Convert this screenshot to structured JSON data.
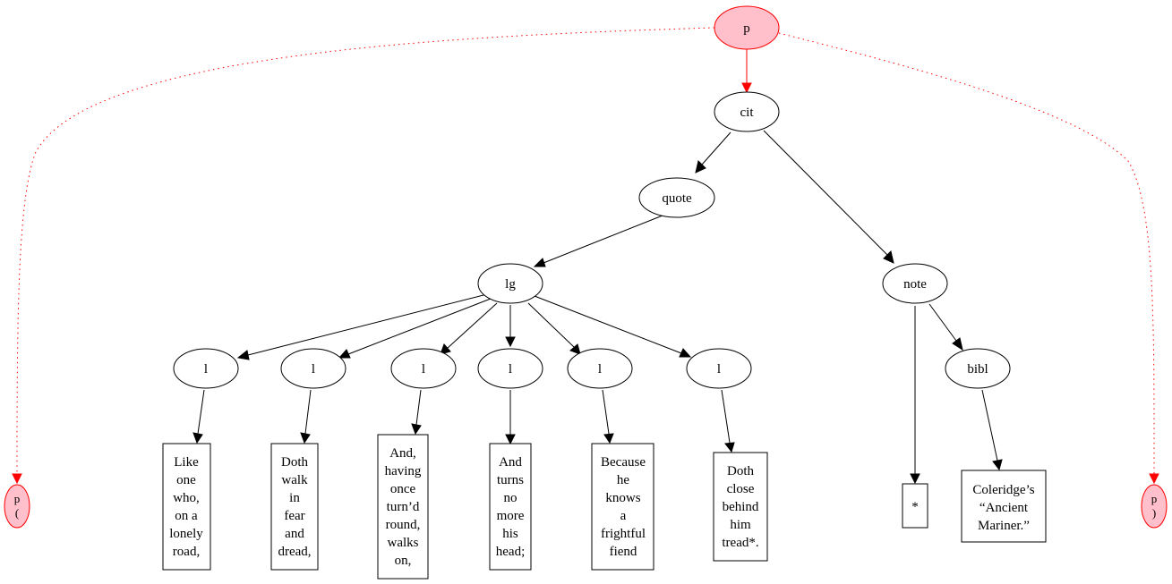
{
  "colors": {
    "highlight_fill": "#ffc0cb",
    "highlight_stroke": "#ff0000",
    "default_stroke": "#000000"
  },
  "nodes": {
    "p_root": "p",
    "cit": "cit",
    "quote": "quote",
    "lg": "lg",
    "l1": "l",
    "l2": "l",
    "l3": "l",
    "l4": "l",
    "l5": "l",
    "l6": "l",
    "note": "note",
    "bibl": "bibl",
    "p_left": [
      "p",
      "("
    ],
    "p_right": [
      "p",
      ")"
    ]
  },
  "leaves": {
    "t1": [
      "Like",
      "one",
      "who,",
      "on a",
      "lonely",
      "road,"
    ],
    "t2": [
      "Doth",
      "walk",
      "in",
      "fear",
      "and",
      "dread,"
    ],
    "t3": [
      "And,",
      "having",
      "once",
      "turn’d",
      "round,",
      "walks",
      "on,"
    ],
    "t4": [
      "And",
      "turns",
      "no",
      "more",
      "his",
      "head;"
    ],
    "t5": [
      "Because",
      "he",
      "knows",
      "a",
      "frightful",
      "fiend"
    ],
    "t6": [
      "Doth",
      "close",
      "behind",
      "him",
      "tread*."
    ],
    "t7": [
      "*"
    ],
    "t8": [
      "Coleridge’s",
      "“Ancient",
      "Mariner.”"
    ]
  }
}
